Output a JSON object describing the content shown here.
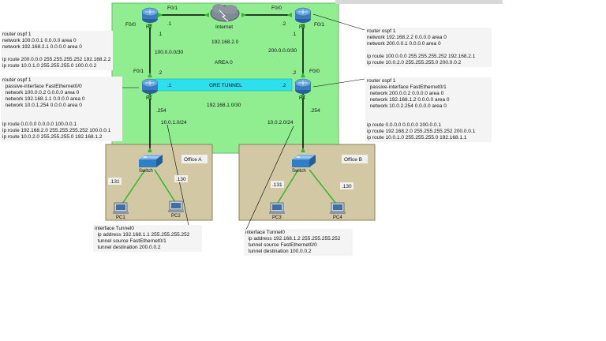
{
  "colors": {
    "area": "#90ee90",
    "office": "#d2c8a4",
    "tunnel": "#2de0f0",
    "link": "#000000",
    "office_link": "#2db82d",
    "router": "#3b7bc2",
    "switch": "#2f7fc6"
  },
  "area": {
    "label": "AREA 0"
  },
  "internet": {
    "label": "Internet"
  },
  "routers": {
    "r1": "R1",
    "r2": "R2",
    "r3": "R3",
    "r4": "R4"
  },
  "interfaces": {
    "r2_f01": "F0/1",
    "r2_f00": "F0/0",
    "r3_f00": "F0/0",
    "r3_f01": "F0/1",
    "r1_f01": "F0/1",
    "r4_f00": "F0/0"
  },
  "addresses": {
    "r2_top": ".1",
    "r2_bottom": ".1",
    "r1_top": ".2",
    "r1_bottom": ".254",
    "r3_top": ".2",
    "r3_bottom": ".1",
    "r4_top": ".2",
    "r4_bottom": ".254",
    "tunnel_left": ".1",
    "tunnel_right": ".2",
    "pc1": ".131",
    "pc2": ".130",
    "pc3": ".131",
    "pc4": ".130"
  },
  "networks": {
    "inet": "192.168.2.0",
    "left": "100.0.0.0/30",
    "right": "200.0.0.0/30",
    "tunnel": "192.168.1.0/30",
    "lan_a": "10.0.1.0/24",
    "lan_b": "10.0.2.0/24"
  },
  "tunnel": {
    "label": "GRE TUNNEL"
  },
  "offices": {
    "a": "Office A",
    "b": "Office B"
  },
  "switches": {
    "a": "Switch",
    "b": "Switch"
  },
  "pcs": {
    "pc1": "PC1",
    "pc2": "PC2",
    "pc3": "PC3",
    "pc4": "PC4"
  },
  "notes": {
    "r2_config": "router ospf 1\nnetwork 100.0.0.1 0.0.0.0 area 0\nnetwork 192.168.2.1 0.0.0.0 area 0\n\nip route 200.0.0.0 255.255.255.252 192.168.2.2\nip route 10.0.1.0 255.255.255.0 100.0.0.2",
    "r3_config": "router ospf 1\nnetwork 192.168.2.2 0.0.0.0 area 0\nnetwork 200.0.0.1 0.0.0.0 area 0\n\nip route 100.0.0.0 255.255.255.252 192.168.2.1\nip route 10.0.2.0 255.255.255.0 200.0.0.2",
    "r1_config": "router ospf 1\n  passive-interface FastEthernet0/0\n  network 100.0.0.2 0.0.0.0 area 0\n  network 192.168.1.1 0.0.0.0 area 0\n  network 10.0.1.254 0.0.0.0 area 0\n\n\nip route 0.0.0.0 0.0.0.0 100.0.0.1\nip route 192.168.2.0 255.255.255.252 100.0.0.1\nip route 10.0.2.0 255.255.255.0 192.168.1.2",
    "r4_config": "router ospf 1\n  passive-interface FastEthernet0/1\n  network 200.0.0.2 0.0.0.0 area 0\n  network 192.168.1.2 0.0.0.0 area 0\n  network 10.0.2.254 0.0.0.0 area 0\n\n\nip route 0.0.0.0 0.0.0.0 200.0.0.1\nip route 192.168.2.0 255.255.255.252 200.0.0.1\nip route 10.0.1.0 255.255.255.0 192.168.1.1",
    "tunnel_a": "interface Tunnel0\n  ip address 192.168.1.1 255.255.255.252\n  tunnel source FastEthernet0/1\n  tunnel destination 200.0.0.2",
    "tunnel_b": "interface Tunnel0\n  ip address 192.168.1.2 255.255.255.252\n  tunnel source FastEthernet0/0\n  tunnel destination 100.0.0.2"
  }
}
